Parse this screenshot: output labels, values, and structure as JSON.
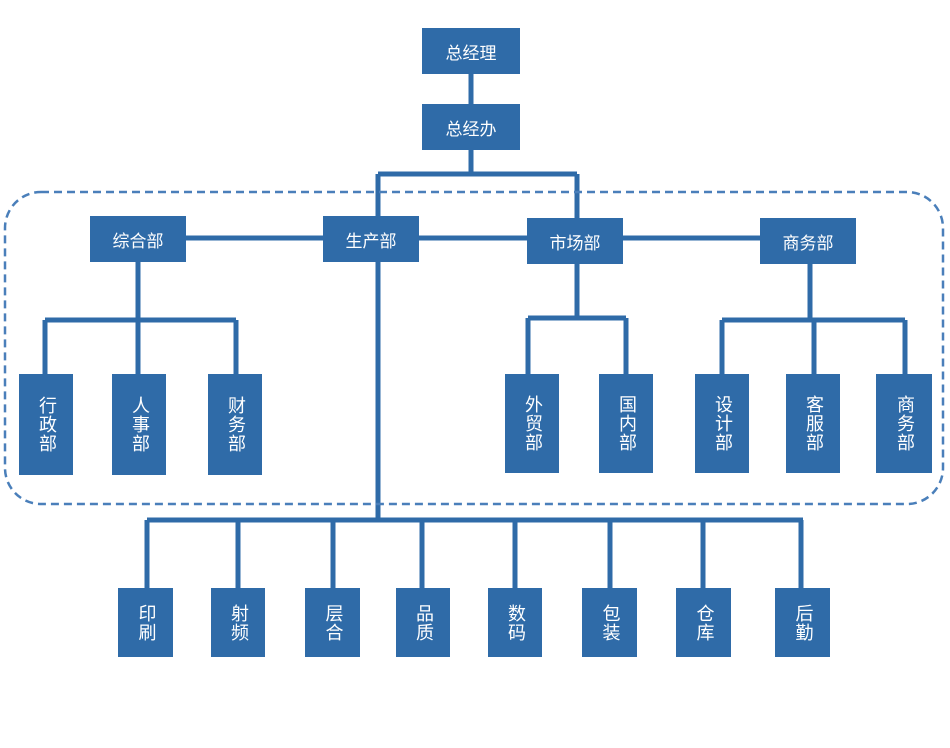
{
  "top": {
    "general_manager": "总经理",
    "general_office": "总经办"
  },
  "departments": {
    "admin": "综合部",
    "production": "生产部",
    "market": "市场部",
    "business": "商务部"
  },
  "admin_units": [
    "行政部",
    "人事部",
    "财务部"
  ],
  "market_units": [
    "外贸部",
    "国内部"
  ],
  "business_units": [
    "设计部",
    "客服部",
    "商务部"
  ],
  "production_units": [
    "印刷",
    "射频",
    "层合",
    "品质",
    "数码",
    "包装",
    "仓库",
    "后勤"
  ],
  "colors": {
    "box": "#2f6ba8",
    "line": "#2f6ba8",
    "dashed_group": "#4a7fba",
    "text": "#ffffff"
  }
}
